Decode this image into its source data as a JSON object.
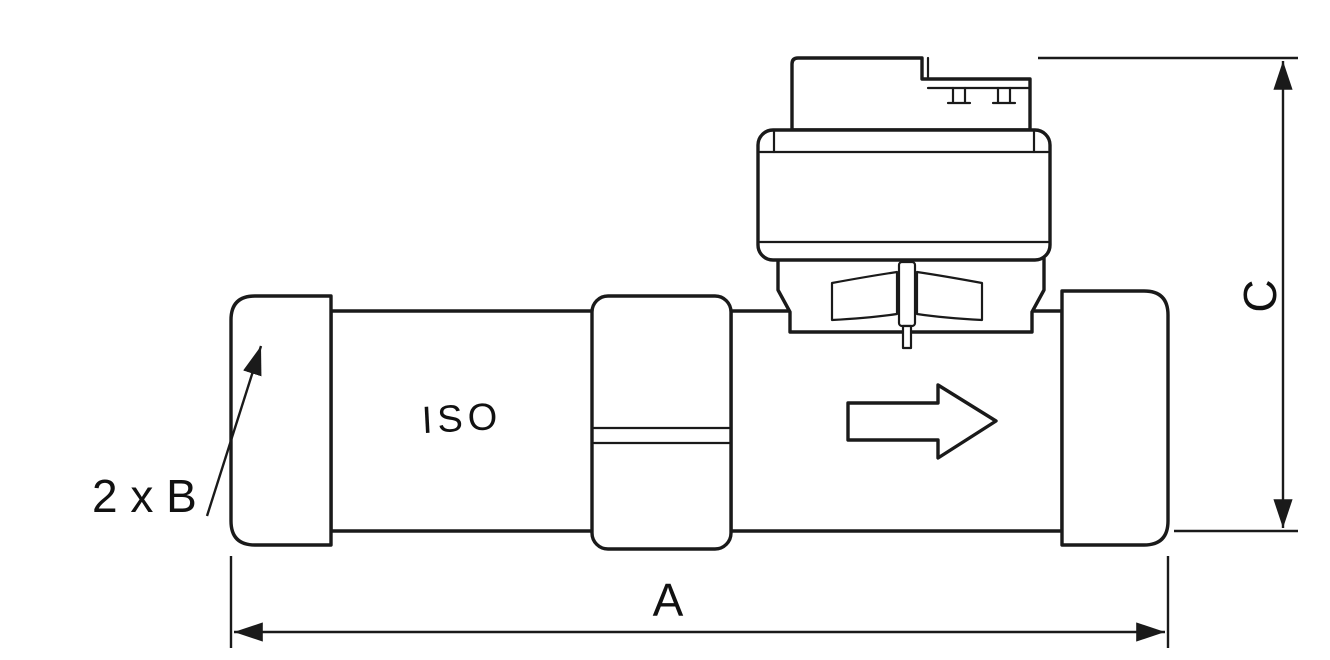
{
  "diagram": {
    "labels": {
      "dimension_a": "A",
      "dimension_c": "C",
      "port_note": "2 x B",
      "body_marking": "ISO"
    },
    "colors": {
      "line": "#1a1a1a",
      "background": "#ffffff"
    }
  }
}
